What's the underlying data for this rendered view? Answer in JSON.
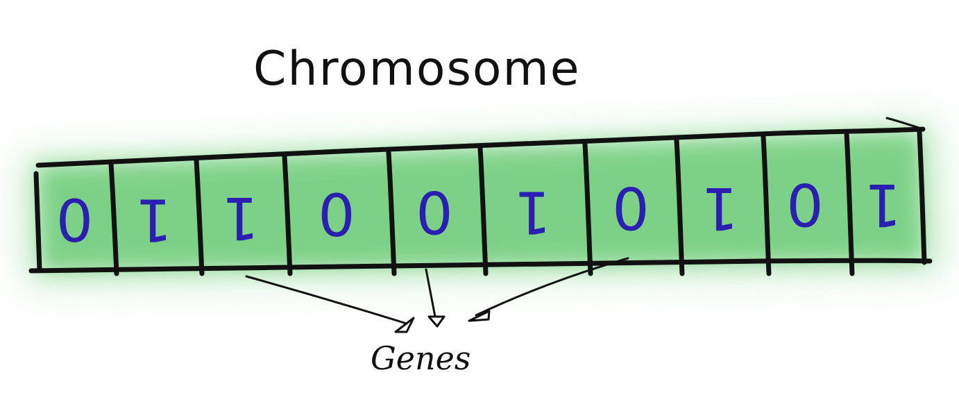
{
  "title": "Chromosome",
  "gene_label": "Genes",
  "bits": [
    "0",
    "1",
    "1",
    "0",
    "0",
    "1",
    "0",
    "1",
    "0",
    "1"
  ],
  "colors": {
    "background": "#ffffff",
    "wash": "#3dbb4e",
    "wash_light": "#8fd896",
    "ink": "#111111",
    "bit_ink": "#2a1fb0"
  },
  "arrow_targets": [
    2,
    4,
    6
  ]
}
